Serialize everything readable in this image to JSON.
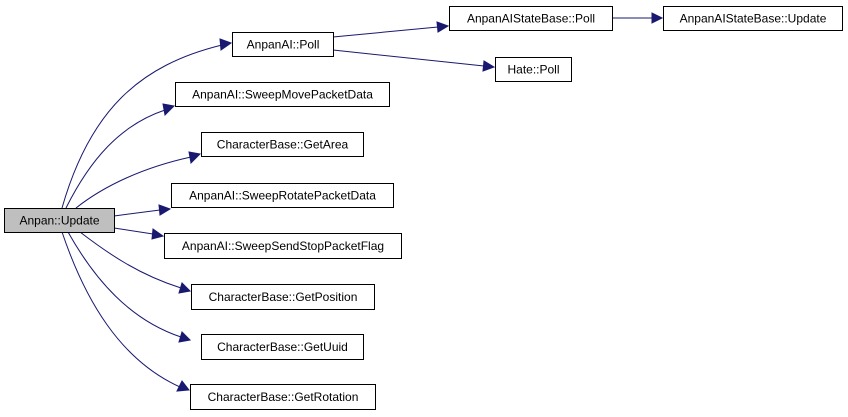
{
  "nodes": {
    "root": {
      "label": "Anpan::Update",
      "fill": "#bfbfbf"
    },
    "poll": {
      "label": "AnpanAI::Poll"
    },
    "state_poll": {
      "label": "AnpanAIStateBase::Poll"
    },
    "state_update": {
      "label": "AnpanAIStateBase::Update"
    },
    "hate_poll": {
      "label": "Hate::Poll"
    },
    "sweep_move": {
      "label": "AnpanAI::SweepMovePacketData"
    },
    "get_area": {
      "label": "CharacterBase::GetArea"
    },
    "sweep_rotate": {
      "label": "AnpanAI::SweepRotatePacketData"
    },
    "sweep_stop": {
      "label": "AnpanAI::SweepSendStopPacketFlag"
    },
    "get_position": {
      "label": "CharacterBase::GetPosition"
    },
    "get_uuid": {
      "label": "CharacterBase::GetUuid"
    },
    "get_rotation": {
      "label": "CharacterBase::GetRotation"
    }
  },
  "colors": {
    "edge": "#191970",
    "node_border": "#000000",
    "node_fill": "#ffffff",
    "root_fill": "#bfbfbf"
  }
}
